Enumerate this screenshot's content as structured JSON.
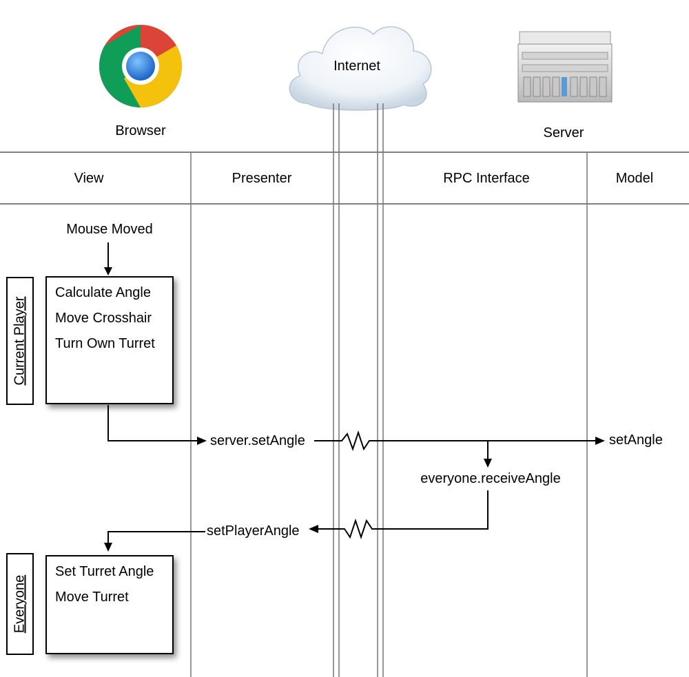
{
  "nodes": {
    "browser": "Browser",
    "internet": "Internet",
    "server": "Server"
  },
  "lanes": {
    "view": "View",
    "presenter": "Presenter",
    "rpc": "RPC Interface",
    "model": "Model"
  },
  "side_labels": {
    "current_player": "Current Player",
    "everyone": "Everyone"
  },
  "events": {
    "mouse_moved": "Mouse Moved",
    "server_set_angle": "server.setAngle",
    "set_angle": "setAngle",
    "everyone_receive_angle": "everyone.receiveAngle",
    "set_player_angle": "setPlayerAngle"
  },
  "boxes": {
    "current_player_steps": [
      "Calculate Angle",
      "Move Crosshair",
      "Turn Own Turret"
    ],
    "everyone_steps": [
      "Set Turret Angle",
      "Move Turret"
    ]
  },
  "icons": {
    "browser": "chrome-browser-icon",
    "internet": "cloud-icon",
    "server": "server-rack-icon"
  }
}
